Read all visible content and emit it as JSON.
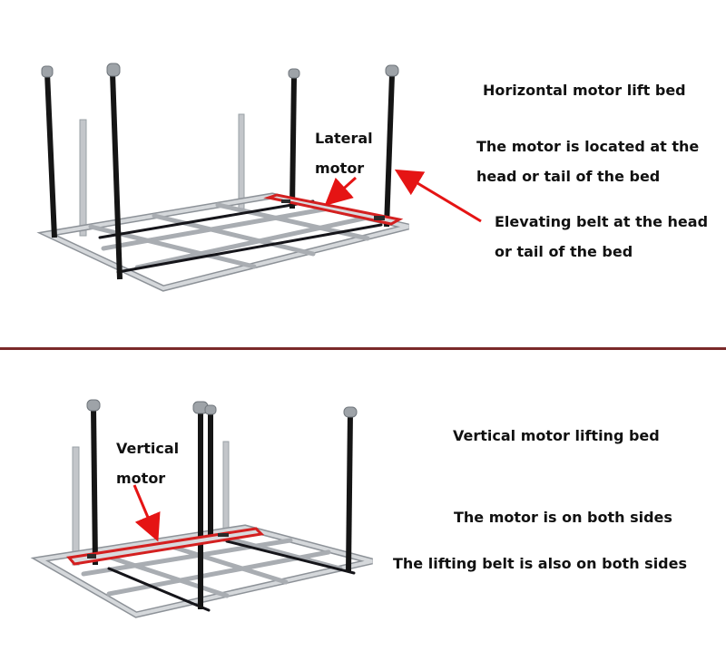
{
  "top": {
    "title": "Horizontal motor lift bed",
    "motor_label": [
      "Lateral",
      "motor"
    ],
    "note1": [
      "The motor is located at the",
      "head or tail of the bed"
    ],
    "note2": [
      "Elevating belt at the head",
      "or tail of the bed"
    ]
  },
  "bottom": {
    "title": "Vertical motor lifting bed",
    "motor_label": [
      "Vertical",
      "motor"
    ],
    "note1": "The motor is on both sides",
    "note2": "The lifting belt is also on both sides"
  },
  "colors": {
    "frame": "#b9bdc2",
    "frame_edge": "#8d9298",
    "belt": "#151515",
    "motor_highlight": "#d42020",
    "arrow": "#e51414",
    "divider": "#7a2a2a"
  },
  "icons": {
    "top_arrow_motor": "arrow-icon",
    "top_arrow_belt": "arrow-icon",
    "bottom_arrow_motor": "arrow-icon"
  }
}
